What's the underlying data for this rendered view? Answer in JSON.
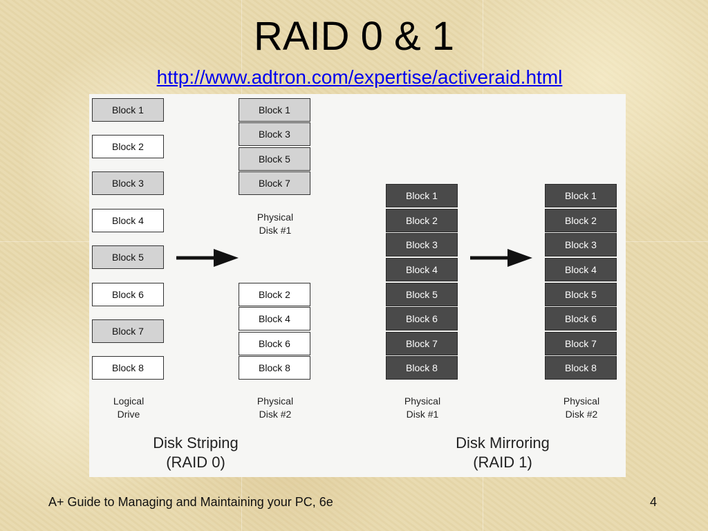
{
  "slide": {
    "title": "RAID 0 & 1",
    "url": "http://www.adtron.com/expertise/activeraid.html",
    "footer": "A+ Guide to Managing and Maintaining your PC, 6e",
    "page_number": "4"
  },
  "raid0": {
    "logical_blocks": [
      "Block 1",
      "Block 2",
      "Block 3",
      "Block 4",
      "Block 5",
      "Block 6",
      "Block 7",
      "Block 8"
    ],
    "logical_caption_1": "Logical",
    "logical_caption_2": "Drive",
    "disk1_blocks": [
      "Block 1",
      "Block 3",
      "Block 5",
      "Block 7"
    ],
    "disk1_caption_1": "Physical",
    "disk1_caption_2": "Disk #1",
    "disk2_blocks": [
      "Block 2",
      "Block 4",
      "Block 6",
      "Block 8"
    ],
    "disk2_caption_1": "Physical",
    "disk2_caption_2": "Disk #2",
    "label_1": "Disk Striping",
    "label_2": "(RAID 0)"
  },
  "raid1": {
    "disk1_blocks": [
      "Block 1",
      "Block 2",
      "Block 3",
      "Block 4",
      "Block 5",
      "Block 6",
      "Block 7",
      "Block 8"
    ],
    "disk1_caption_1": "Physical",
    "disk1_caption_2": "Disk #1",
    "disk2_blocks": [
      "Block 1",
      "Block 2",
      "Block 3",
      "Block 4",
      "Block 5",
      "Block 6",
      "Block 7",
      "Block 8"
    ],
    "disk2_caption_1": "Physical",
    "disk2_caption_2": "Disk #2",
    "label_1": "Disk Mirroring",
    "label_2": "(RAID 1)"
  },
  "colors": {
    "odd_block": "#d3d3d3",
    "even_block": "#ffffff",
    "mirror_block": "#4a4a4a",
    "link": "#0000ee"
  }
}
